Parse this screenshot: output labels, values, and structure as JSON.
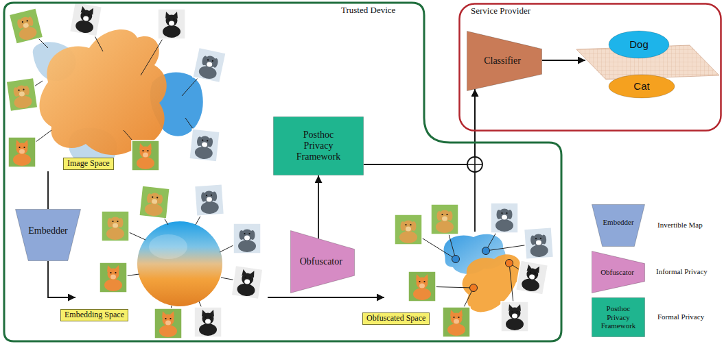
{
  "diagram": {
    "nodes": [
      {
        "text": [
          "Trusted Device"
        ]
      },
      {
        "text": [
          "Image Space"
        ],
        "in": 0
      },
      {
        "text": [
          "Embedder"
        ],
        "in": 0
      },
      {
        "text": [
          "Embedding Space"
        ],
        "in": 0
      },
      {
        "text": [
          "Obfuscator"
        ],
        "in": 0
      },
      {
        "text": [
          "Posthoc Privacy Framework"
        ],
        "in": 0
      },
      {
        "text": [
          "Obfuscated Space"
        ],
        "in": 0
      },
      {
        "text": [
          "Service Provider"
        ]
      },
      {
        "text": [
          "Classifier"
        ],
        "in": 7
      },
      {
        "text": [
          "Dog"
        ],
        "in": 7
      },
      {
        "text": [
          "Cat"
        ],
        "in": 7
      },
      {
        "text": [
          "Embedder"
        ]
      },
      {
        "text": [
          "Obfuscator"
        ]
      },
      {
        "text": [
          "Posthoc Privacy Framework"
        ]
      }
    ],
    "edges": [
      {
        "from": 1,
        "to": 2,
        "arrow": "none"
      },
      {
        "from": 2,
        "to": 3,
        "arrow": "to"
      },
      {
        "from": 3,
        "to": 6,
        "arrow": "to"
      },
      {
        "from": 4,
        "to": 5,
        "arrow": "to"
      },
      {
        "from": 5,
        "to": 8,
        "arrow": "to"
      },
      {
        "from": 6,
        "to": 8,
        "arrow": "to"
      }
    ],
    "legend": [
      {
        "text": "Invertible Map",
        "color": "#8ea8d8"
      },
      {
        "text": "Informal Privacy",
        "color": "#d68bc4"
      },
      {
        "text": "Formal Privacy",
        "color": "#1fb58f"
      }
    ]
  }
}
